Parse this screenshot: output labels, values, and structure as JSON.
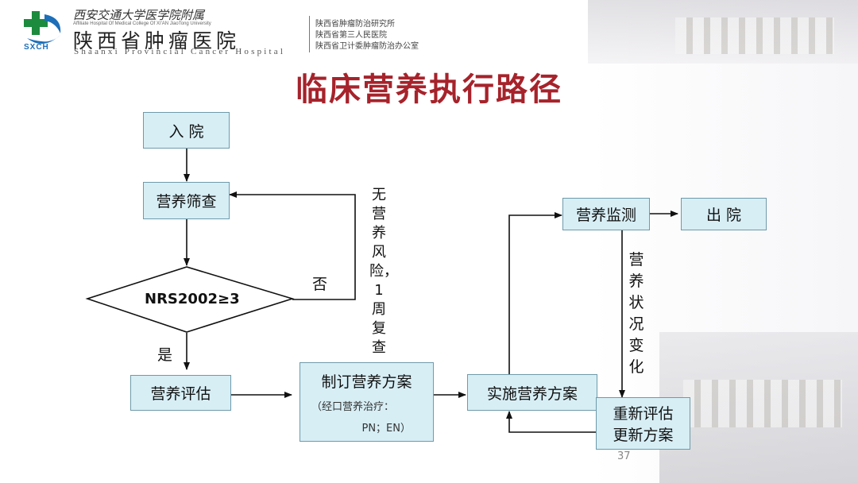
{
  "header": {
    "affiliation": "西安交通大学医学院附属",
    "affiliation_small": "Affiliate Hospital Of Medical College Of XI'AN JiaoTong University",
    "hospital_cn": "陕西省肿瘤医院",
    "hospital_en": "Shaanxi Provincial Cancer Hospital",
    "logo_text": "SXCH",
    "side_list": [
      "陕西省肿瘤防治研究所",
      "陕西省第三人民医院",
      "陕西省卫计委肿瘤防治办公室"
    ]
  },
  "title": "临床营养执行路径",
  "flow": {
    "admission": "入 院",
    "screening": "营养筛查",
    "decision": "NRS2002≥3",
    "no_label": "否",
    "yes_label": "是",
    "loop_text": "无营养风险，1周复查",
    "assessment": "营养评估",
    "plan_title": "制订营养方案",
    "plan_detail_1": "（经口营养治疗：",
    "plan_detail_2": "PN；EN）",
    "implement": "实施营养方案",
    "monitor": "营养监测",
    "discharge": "出 院",
    "status_change": "营养状况变化",
    "reassess_1": "重新评估",
    "reassess_2": "更新方案"
  },
  "page_number": "37"
}
